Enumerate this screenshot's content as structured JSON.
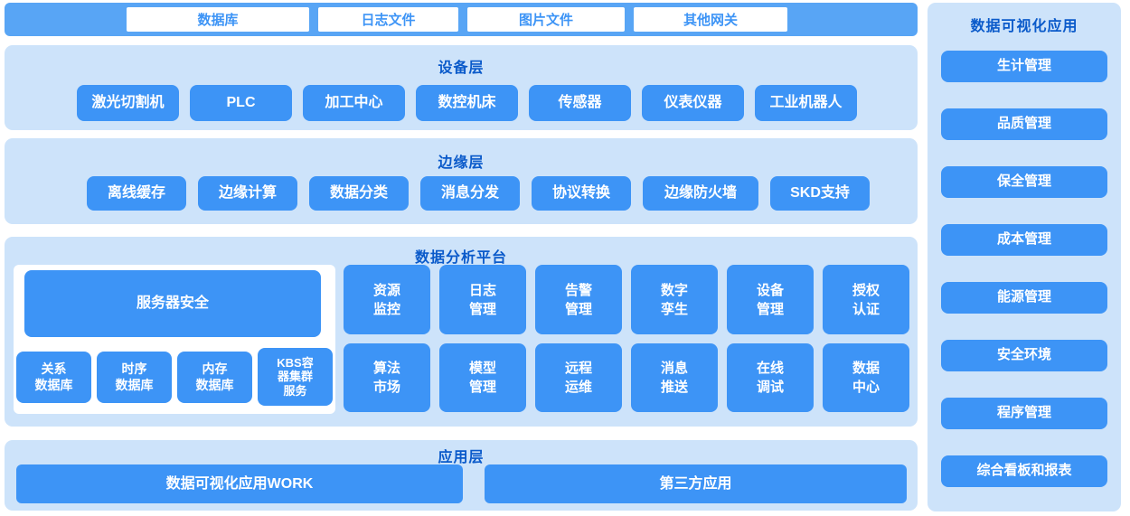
{
  "colors": {
    "top_bar_blue": "#58a5f5",
    "button_blue": "#3d94f6",
    "panel_light_blue": "#cde3fa",
    "title_blue": "#0a5aca",
    "white": "#ffffff"
  },
  "top_gateway_bar": {
    "items": [
      "数据库",
      "日志文件",
      "图片文件",
      "其他网关"
    ]
  },
  "device_layer": {
    "title": "设备层",
    "items": [
      "激光切割机",
      "PLC",
      "加工中心",
      "数控机床",
      "传感器",
      "仪表仪器",
      "工业机器人"
    ]
  },
  "edge_layer": {
    "title": "边缘层",
    "items": [
      "离线缓存",
      "边缘计算",
      "数据分类",
      "消息分发",
      "协议转换",
      "边缘防火墙",
      "SKD支持"
    ]
  },
  "platform": {
    "title": "数据分析平台",
    "server_security": "服务器安全",
    "databases": [
      "关系\n数据库",
      "时序\n数据库",
      "内存\n数据库",
      "KBS容\n器集群\n服务"
    ],
    "grid": [
      "资源\n监控",
      "日志\n管理",
      "告警\n管理",
      "数字\n孪生",
      "设备\n管理",
      "授权\n认证",
      "算法\n市场",
      "模型\n管理",
      "远程\n运维",
      "消息\n推送",
      "在线\n调试",
      "数据\n中心"
    ]
  },
  "app_layer": {
    "title": "应用层",
    "items": [
      "数据可视化应用WORK",
      "第三方应用"
    ]
  },
  "sidebar": {
    "title": "数据可视化应用",
    "items": [
      "生计管理",
      "品质管理",
      "保全管理",
      "成本管理",
      "能源管理",
      "安全环境",
      "程序管理",
      "综合看板和报表"
    ]
  }
}
